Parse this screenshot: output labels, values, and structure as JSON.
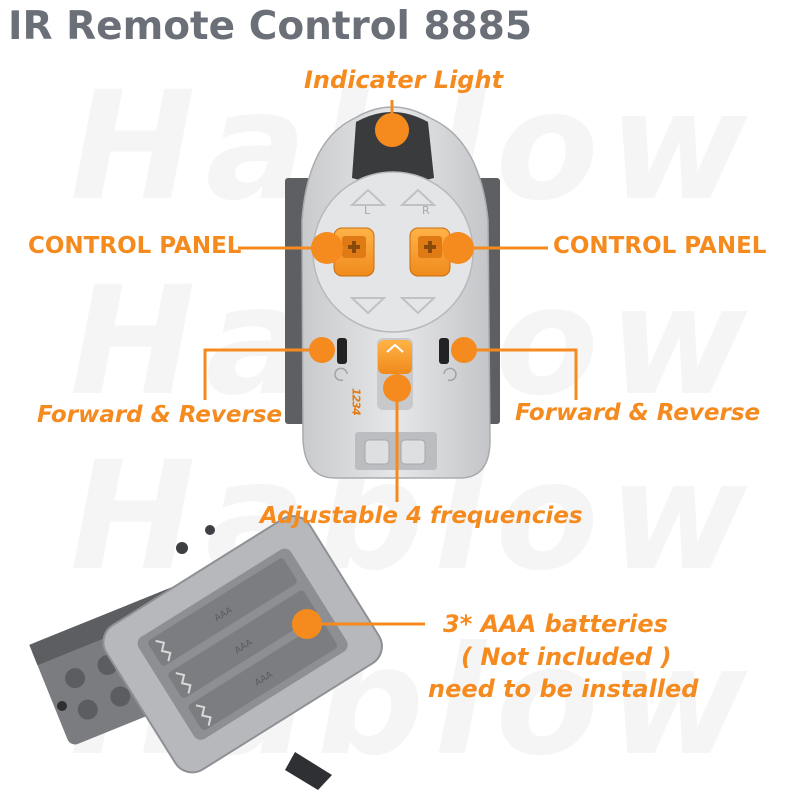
{
  "title": "IR Remote Control 8885",
  "watermark": "Hablow",
  "labels": {
    "indicator": "Indicater Light",
    "control_left": "CONTROL PANEL",
    "control_right": "CONTROL PANEL",
    "forward_left": "Forward & Reverse",
    "forward_right": "Forward & Reverse",
    "frequencies": "Adjustable 4 frequencies",
    "battery_line1": "3* AAA batteries",
    "battery_line2": "( Not included )",
    "battery_line3": "need to be installed"
  },
  "device": {
    "dial_left_letter": "L",
    "dial_right_letter": "R",
    "channel_numbers": "1234",
    "battery_cell_label": "AAA"
  },
  "colors": {
    "accent": "#f58a1f",
    "title": "#6b6f78",
    "device_body": "#d9dadc",
    "device_dark": "#3a3b3d"
  }
}
